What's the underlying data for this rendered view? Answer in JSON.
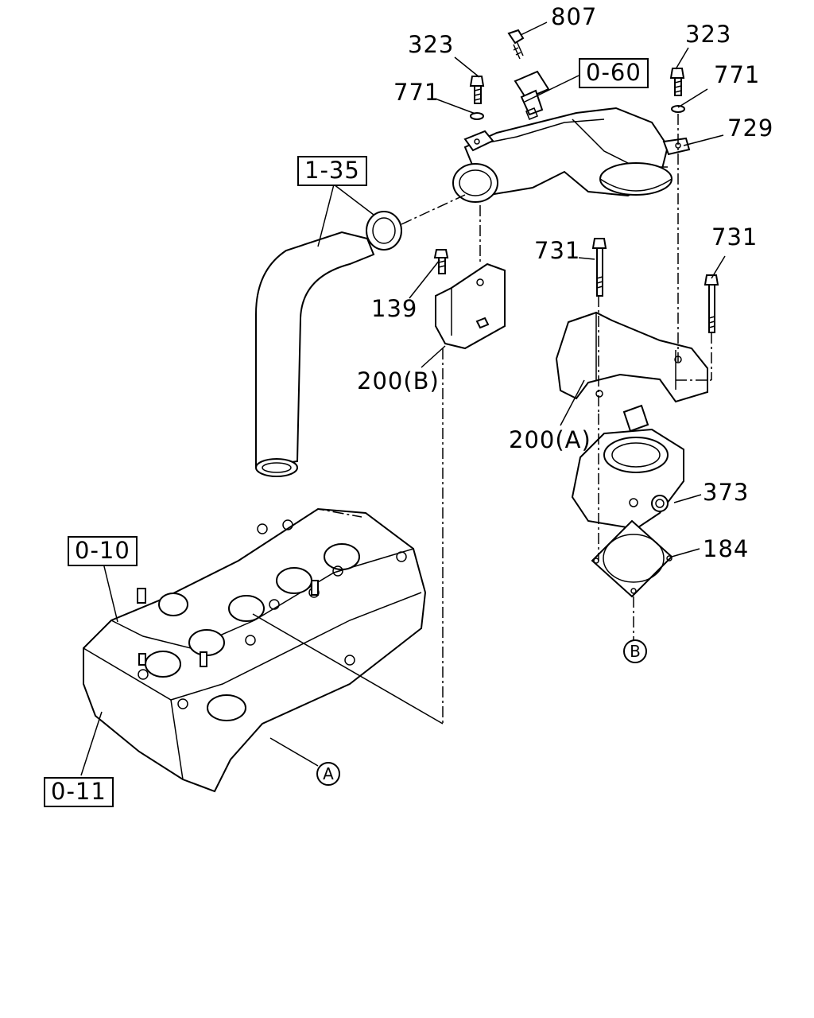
{
  "labels": {
    "p807": "807",
    "p323_left": "323",
    "p323_right": "323",
    "p771_left": "771",
    "p771_right": "771",
    "p729": "729",
    "p731_left": "731",
    "p731_right": "731",
    "p139": "139",
    "p200b": "200(B)",
    "p200a": "200(A)",
    "p373": "373",
    "p184": "184"
  },
  "refs": {
    "r060": "0-60",
    "r135": "1-35",
    "r010": "0-10",
    "r011": "0-11"
  },
  "connectors": {
    "a": "A",
    "b": "B"
  }
}
